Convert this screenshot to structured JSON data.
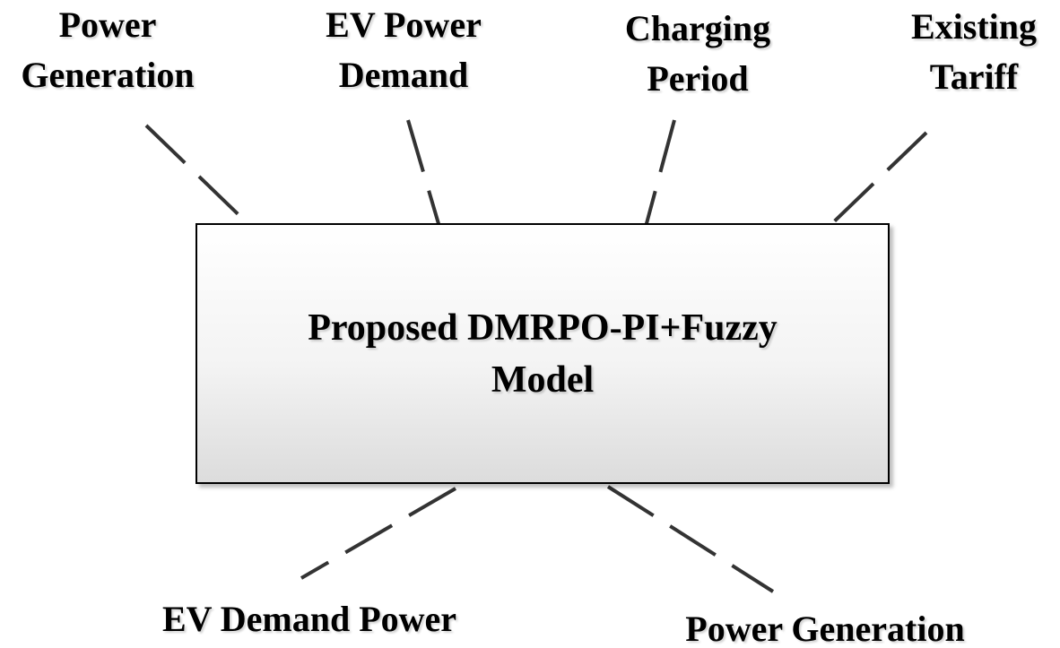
{
  "center": {
    "title_line1": "Proposed DMRPO-PI+Fuzzy",
    "title_line2": "Model"
  },
  "inputs": [
    {
      "line1": "Power",
      "line2": "Generation"
    },
    {
      "line1": "EV Power",
      "line2": "Demand"
    },
    {
      "line1": "Charging",
      "line2": "Period"
    },
    {
      "line1": "Existing",
      "line2": "Tariff"
    }
  ],
  "outputs": [
    {
      "label": "EV Demand Power"
    },
    {
      "label": "Power Generation"
    }
  ],
  "connector_color": "#333333",
  "line_style": "dashed"
}
